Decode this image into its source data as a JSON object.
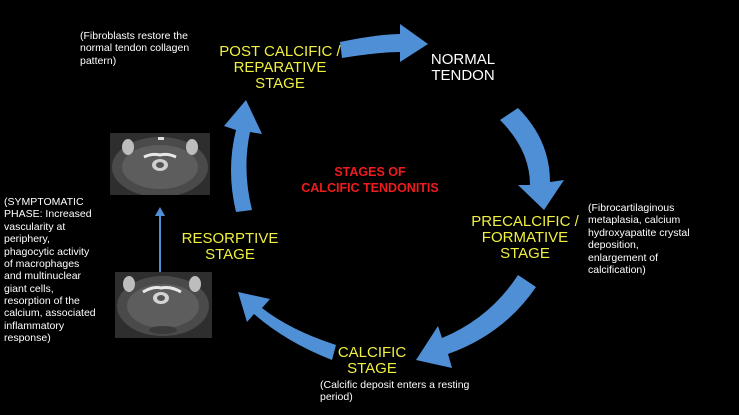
{
  "title": "STAGES OF\nCALCIFIC TENDONITIS",
  "stages": {
    "normal": "NORMAL\nTENDON",
    "precalcific": "PRECALCIFIC /\nFORMATIVE\nSTAGE",
    "calcific": "CALCIFIC\nSTAGE",
    "resorptive": "RESORPTIVE\nSTAGE",
    "post_calcific": "POST CALCIFIC /\nREPARATIVE\nSTAGE"
  },
  "notes": {
    "post_calcific": "(Fibroblasts restore the\nnormal tendon collagen\npattern)",
    "precalcific": "(Fibrocartilaginous\nmetaplasia, calcium\nhydroxyapatite crystal\ndeposition,\nenlargement of\ncalcification)",
    "calcific": "(Calcific deposit enters a resting\nperiod)",
    "resorptive": "(SYMPTOMATIC\nPHASE: Increased\nvascularity at\nperiphery,\nphagocytic activity\nof macrophages\nand multinuclear\ngiant cells,\nresorption of the\ncalcium, associated\ninflammatory\nresponse)"
  },
  "images": [
    {
      "name": "ct-scan-upper"
    },
    {
      "name": "ct-scan-lower"
    }
  ],
  "colors": {
    "background": "#000000",
    "arrow": "#4f8fd6",
    "stage_text": "#f0f040",
    "normal_text": "#ffffff",
    "title": "#ee1c1c"
  }
}
